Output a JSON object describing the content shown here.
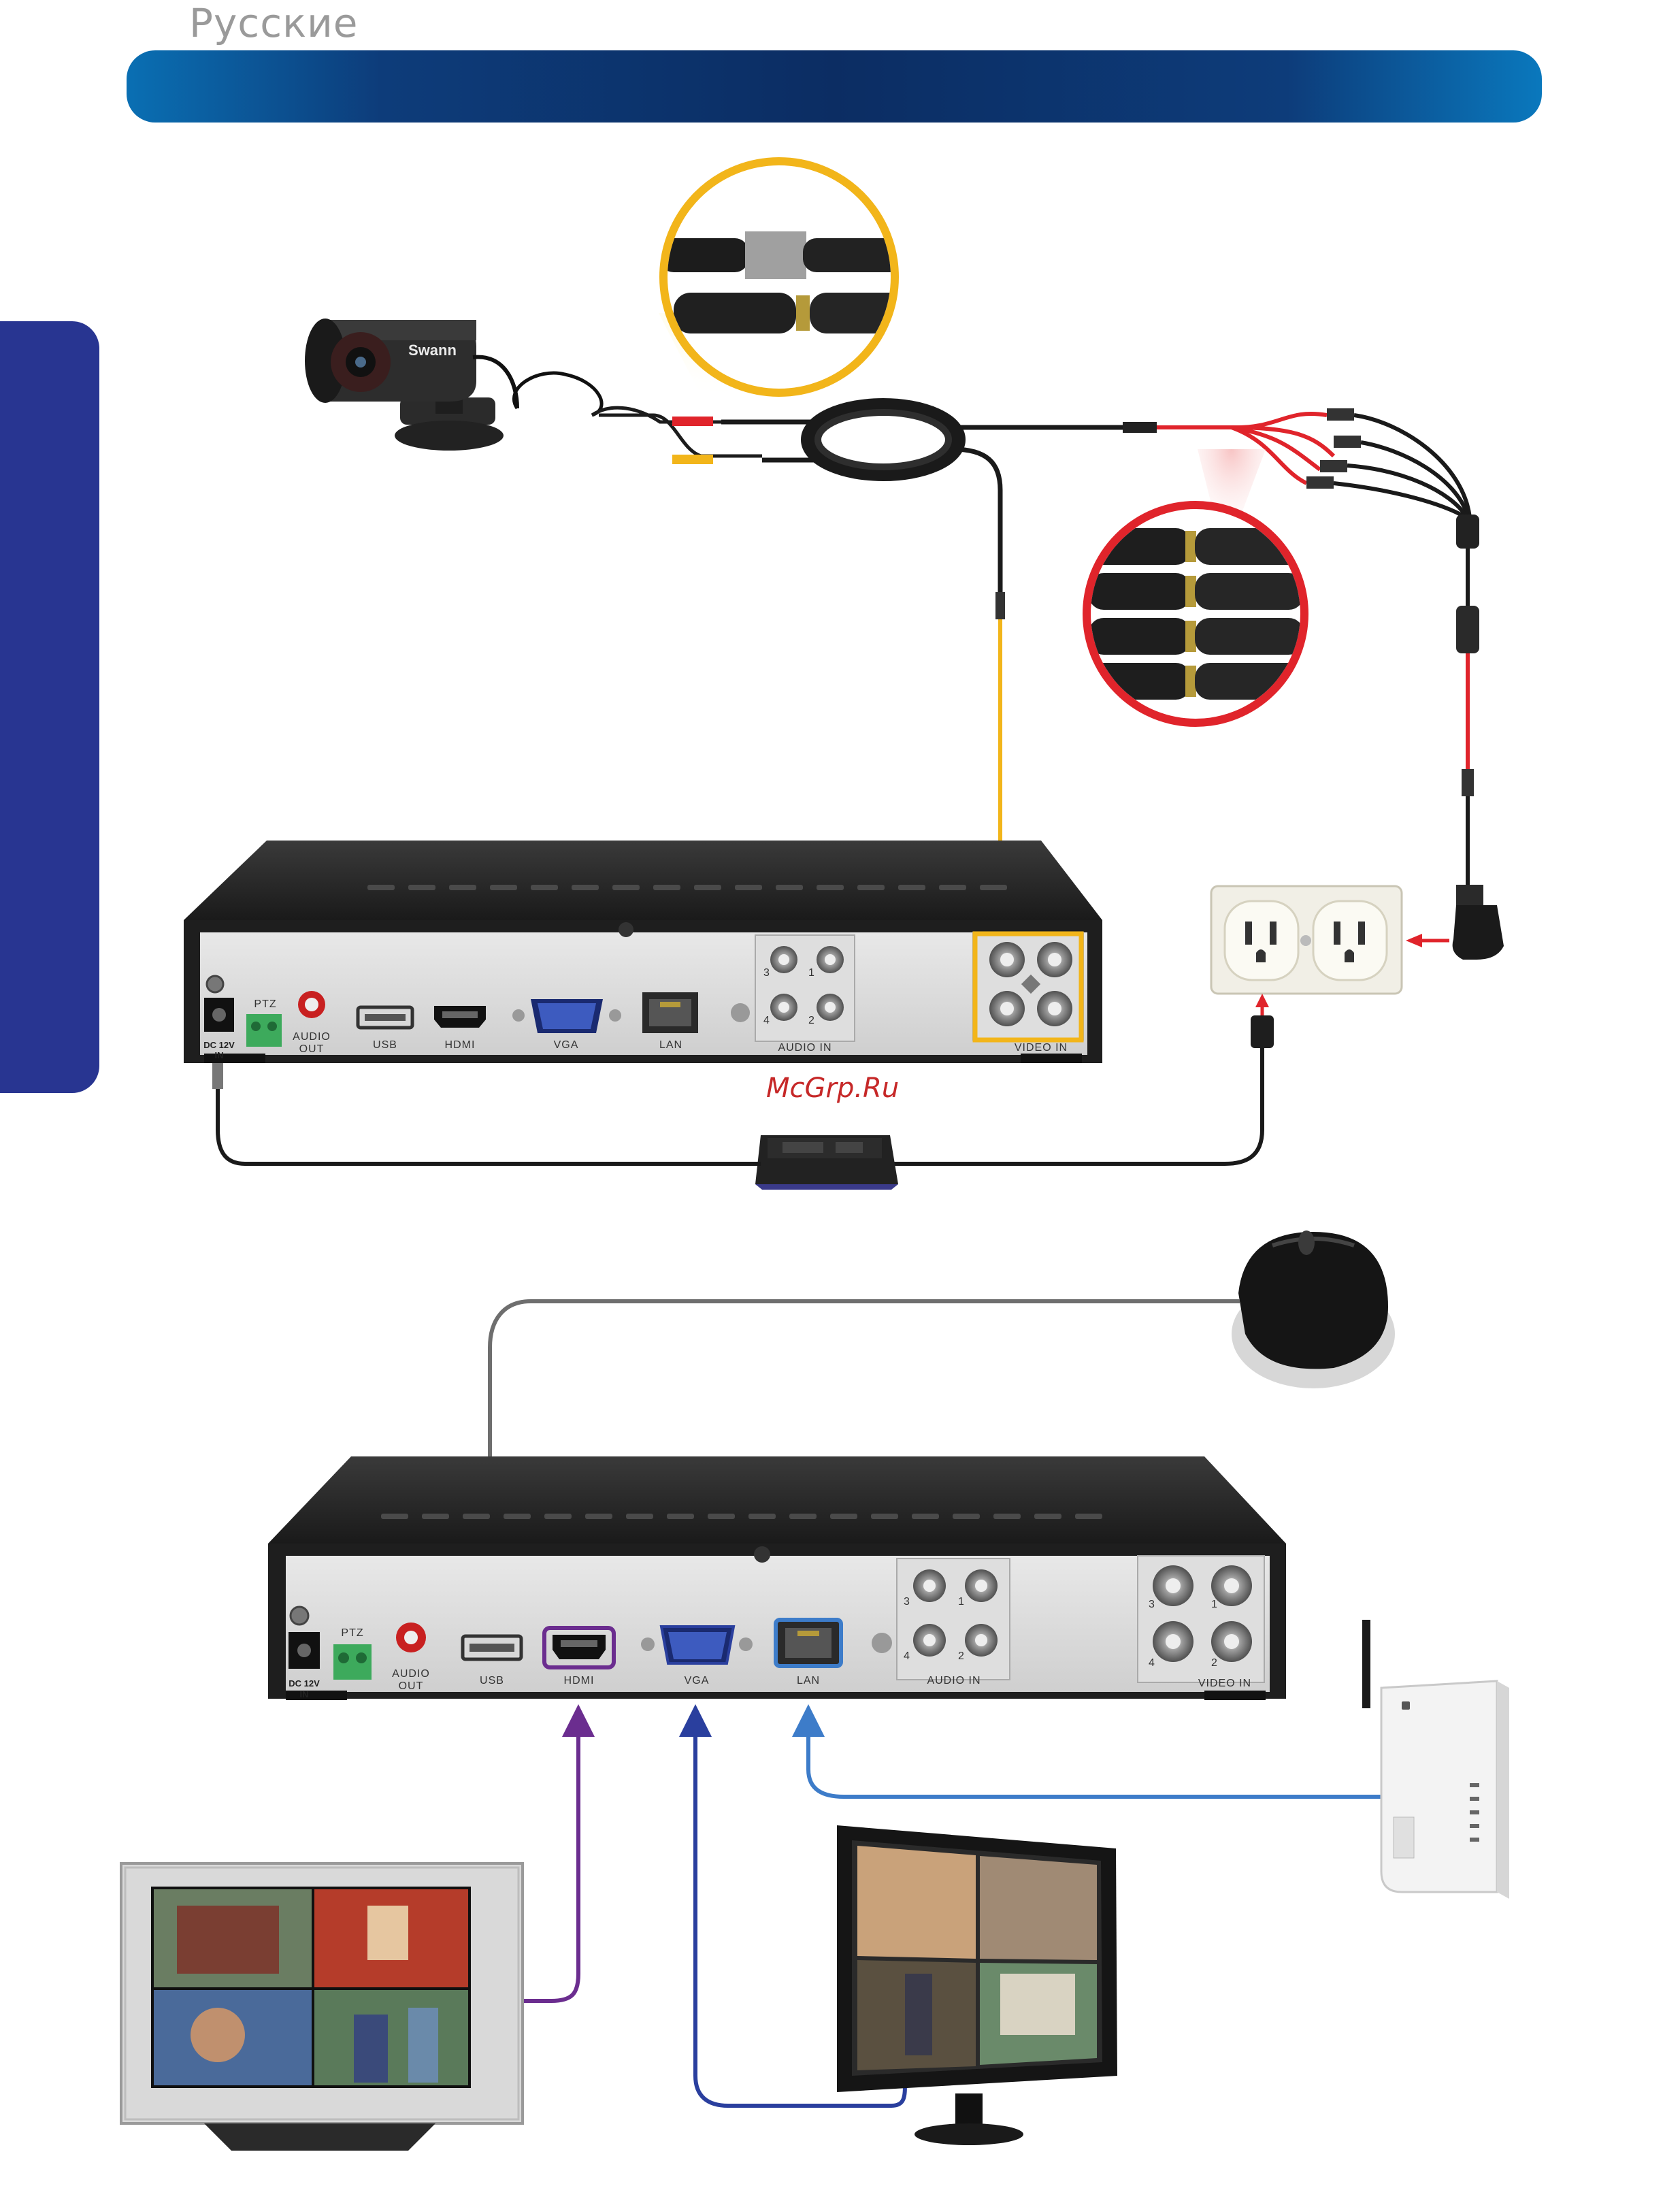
{
  "header": {
    "language": "Русские",
    "banner_color": "#0c2d63"
  },
  "side_tab": {
    "color": "#283591"
  },
  "watermark": "McGrp.Ru",
  "dvr_ports": {
    "ptz": "PTZ",
    "audio_out_1": "AUDIO",
    "audio_out_2": "OUT",
    "usb": "USB",
    "hdmi": "HDMI",
    "vga": "VGA",
    "lan": "LAN",
    "audio_in": "AUDIO  IN",
    "video_in": "VIDEO  IN",
    "dc_in_1": "DC  12V",
    "dc_in_2": "IN",
    "ch1": "1",
    "ch2": "2",
    "ch3": "3",
    "ch4": "4"
  },
  "camera_brand": "Swann",
  "cable_colors": {
    "video": "#f2b51a",
    "power": "#e0242b",
    "usb": "#6e6e6e",
    "hdmi": "#6b2d8f",
    "vga": "#2a3f9e",
    "lan": "#3d7cc9"
  }
}
